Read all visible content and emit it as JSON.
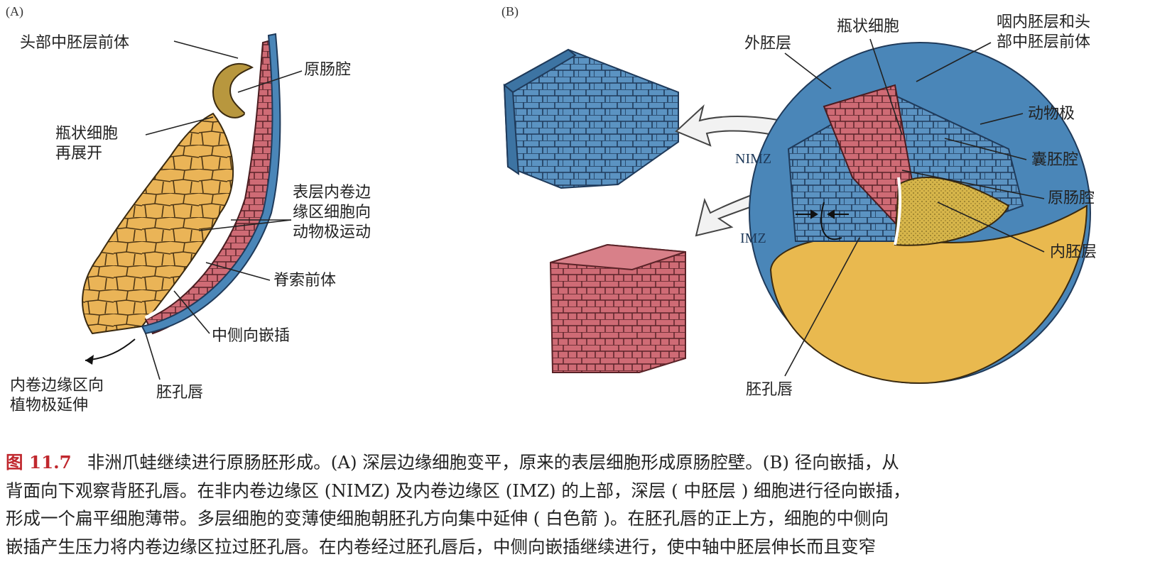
{
  "panel_a": {
    "letter": "(A)",
    "labels": {
      "head_mesoderm": "头部中胚层前体",
      "archenteron": "原肠腔",
      "bottle_cells": "瓶状细胞\n再展开",
      "surface_cells": "表层内卷边\n缘区细胞向\n动物极运动",
      "notochord": "脊索前体",
      "mediolateral": "中侧向嵌插",
      "imz_extend": "内卷边缘区向\n植物极延伸",
      "blastopore_lip": "胚孔唇"
    }
  },
  "panel_b": {
    "letter": "(B)",
    "labels": {
      "ectoderm": "外胚层",
      "bottle_cells": "瓶状细胞",
      "pharyngeal": "咽内胚层和头\n部中胚层前体",
      "animal_pole": "动物极",
      "blastocoel": "囊胚腔",
      "archenteron": "原肠腔",
      "endoderm": "内胚层",
      "blastopore_lip": "胚孔唇",
      "nimz": "NIMZ",
      "imz": "IMZ"
    }
  },
  "colors": {
    "blue": "#4a86b8",
    "red": "#c85f6a",
    "yellow": "#e9b94f",
    "outline": "#2a2a2a",
    "caption_accent": "#c0272d"
  },
  "caption": {
    "fig_num": "图 11.7",
    "lines": [
      "非洲爪蛙继续进行原肠胚形成。(A) 深层边缘细胞变平，原来的表层细胞形成原肠腔壁。(B) 径向嵌插，从",
      "背面向下观察背胚孔唇。在非内卷边缘区 (NIMZ) 及内卷边缘区 (IMZ) 的上部，深层 ( 中胚层 ) 细胞进行径向嵌插，",
      "形成一个扁平细胞薄带。多层细胞的变薄使细胞朝胚孔方向集中延伸 ( 白色箭 )。在胚孔唇的正上方，细胞的中侧向",
      "嵌插产生压力将内卷边缘区拉过胚孔唇。在内卷经过胚孔唇后，中侧向嵌插继续进行，使中轴中胚层伸长而且变窄"
    ]
  }
}
